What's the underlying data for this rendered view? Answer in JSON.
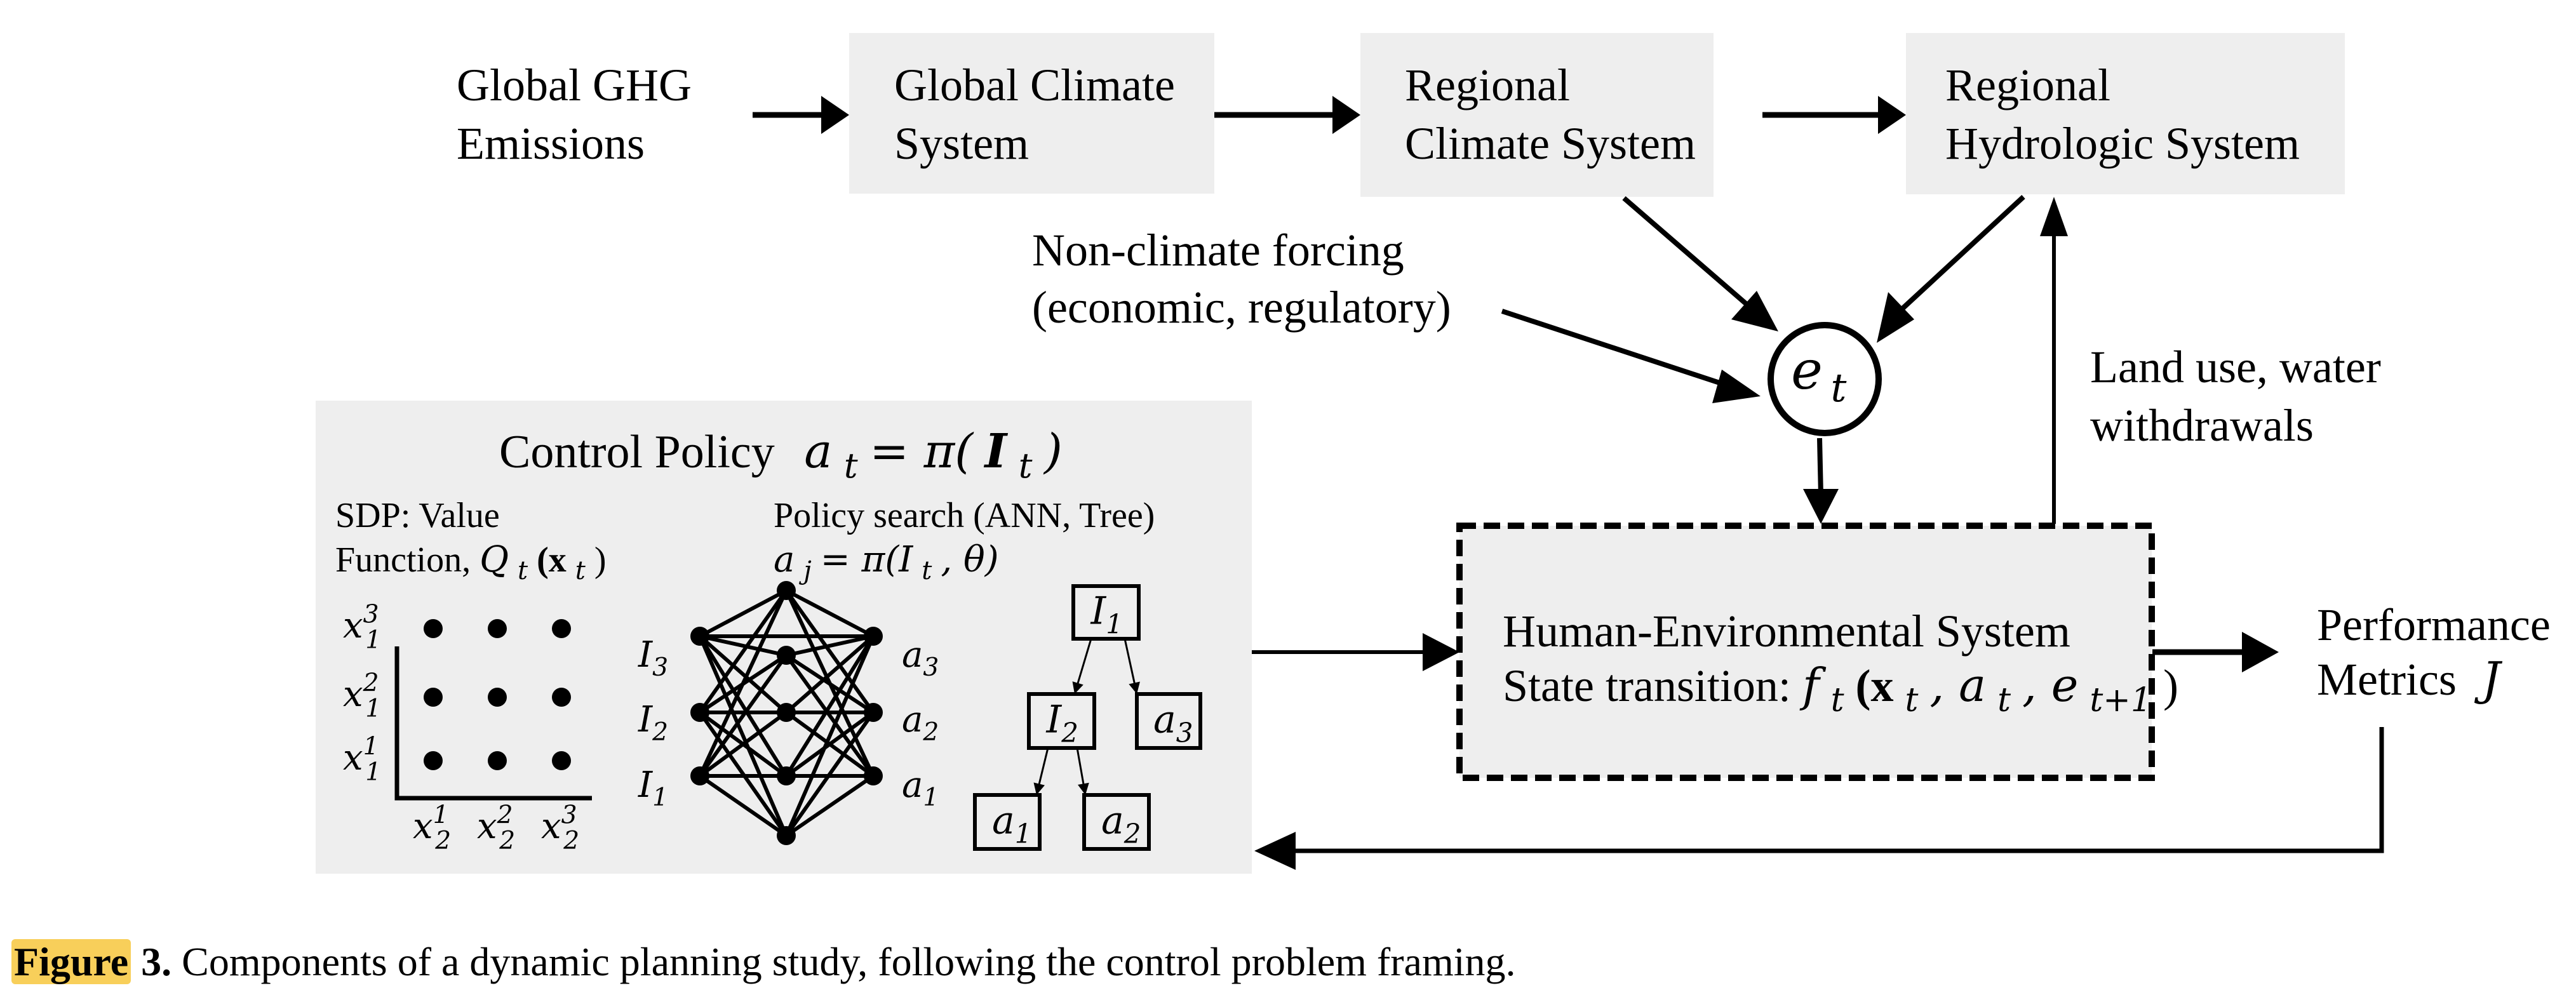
{
  "nodes": {
    "ghg": [
      "Global GHG",
      "Emissions"
    ],
    "global_climate": [
      "Global Climate",
      "System"
    ],
    "regional_climate": [
      "Regional",
      "Climate System"
    ],
    "regional_hydro": [
      "Regional",
      "Hydrologic System"
    ],
    "non_climate": [
      "Non-climate forcing",
      "(economic, regulatory)"
    ],
    "et": {
      "base": "e",
      "sub": "t"
    },
    "land_use": [
      "Land use, water",
      "withdrawals"
    ],
    "human_env": {
      "line1": "Human-Environmental System",
      "line2_prefix": "State transition: ",
      "formula": "f",
      "formula_sub": "t",
      "args": "(x",
      "args_sub": "t",
      "args2": ", a",
      "args2_sub": "t",
      "args3": ", e",
      "args3_sub": "t+1",
      "close": ")"
    },
    "performance": [
      "Performance",
      "Metrics",
      "J"
    ]
  },
  "control_policy": {
    "title": "Control Policy",
    "title_formula": {
      "a": "a",
      "a_sub": "t",
      "eq": " = π(",
      "I": "I",
      "I_sub": "t",
      "close": ")"
    },
    "sdp": {
      "line1": "SDP: Value",
      "line2": "Function, ",
      "q": "Q",
      "q_sub": "t",
      "paren": "(x",
      "paren_sub": "t",
      "close": ")"
    },
    "sdp_y_labels": [
      {
        "base": "x",
        "sub": "1",
        "sup": "3"
      },
      {
        "base": "x",
        "sub": "1",
        "sup": "2"
      },
      {
        "base": "x",
        "sub": "1",
        "sup": "1"
      }
    ],
    "sdp_x_labels": [
      {
        "base": "x",
        "sub": "2",
        "sup": "1"
      },
      {
        "base": "x",
        "sub": "2",
        "sup": "2"
      },
      {
        "base": "x",
        "sub": "2",
        "sup": "3"
      }
    ],
    "policy_search": {
      "line1": "Policy search (ANN, Tree)",
      "a": "a",
      "a_sub": "j",
      "eq": " = π(I",
      "I_sub": "t",
      "rest": ", θ)"
    },
    "ann_inputs": [
      {
        "base": "I",
        "sub": "3"
      },
      {
        "base": "I",
        "sub": "2"
      },
      {
        "base": "I",
        "sub": "1"
      }
    ],
    "ann_outputs": [
      {
        "base": "a",
        "sub": "3"
      },
      {
        "base": "a",
        "sub": "2"
      },
      {
        "base": "a",
        "sub": "1"
      }
    ],
    "tree": {
      "root": {
        "base": "I",
        "sub": "1"
      },
      "mid": {
        "base": "I",
        "sub": "2"
      },
      "leaf_right": {
        "base": "a",
        "sub": "3"
      },
      "leaf_a1": {
        "base": "a",
        "sub": "1"
      },
      "leaf_a2": {
        "base": "a",
        "sub": "2"
      }
    }
  },
  "caption": {
    "label": "Figure",
    "number": " 3.",
    "text": " Components of a dynamic planning study, following the control problem framing."
  },
  "colors": {
    "box_fill": "#eeeeee",
    "highlight": "#f8cf5a",
    "stroke": "#000000"
  }
}
